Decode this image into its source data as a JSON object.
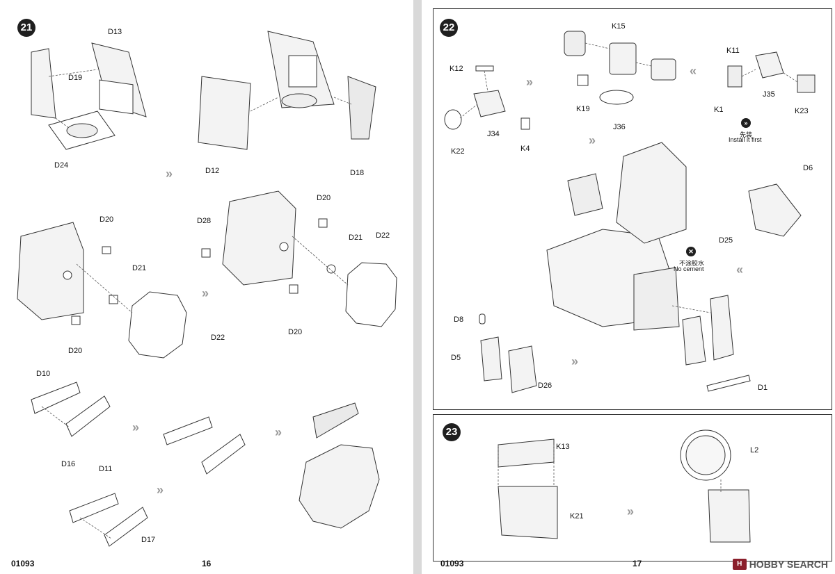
{
  "left_page": {
    "step": "21",
    "page_number": "16",
    "code": "01093",
    "labels": {
      "D13": "D13",
      "D19": "D19",
      "D24": "D24",
      "D12": "D12",
      "D18": "D18",
      "D20": "D20",
      "D21": "D21",
      "D22": "D22",
      "D28": "D28",
      "D10": "D10",
      "D16": "D16",
      "D11": "D11",
      "D17": "D17"
    }
  },
  "right_page": {
    "step22": "22",
    "step23": "23",
    "page_number": "17",
    "code": "01093",
    "labels": {
      "K15": "K15",
      "K12": "K12",
      "K11": "K11",
      "J35": "J35",
      "K23": "K23",
      "K1": "K1",
      "K19": "K19",
      "J36": "J36",
      "J34": "J34",
      "K22": "K22",
      "K4": "K4",
      "D6": "D6",
      "D25": "D25",
      "D8": "D8",
      "D5": "D5",
      "D26": "D26",
      "D1": "D1",
      "K13": "K13",
      "K21": "K21",
      "L2": "L2"
    },
    "install_first_cn": "先装",
    "install_first_en": "Install it first",
    "no_cement_cn": "不涂胶水",
    "no_cement_en": "No cement"
  },
  "watermark": {
    "logo": "H",
    "text": "HOBBY SEARCH"
  }
}
